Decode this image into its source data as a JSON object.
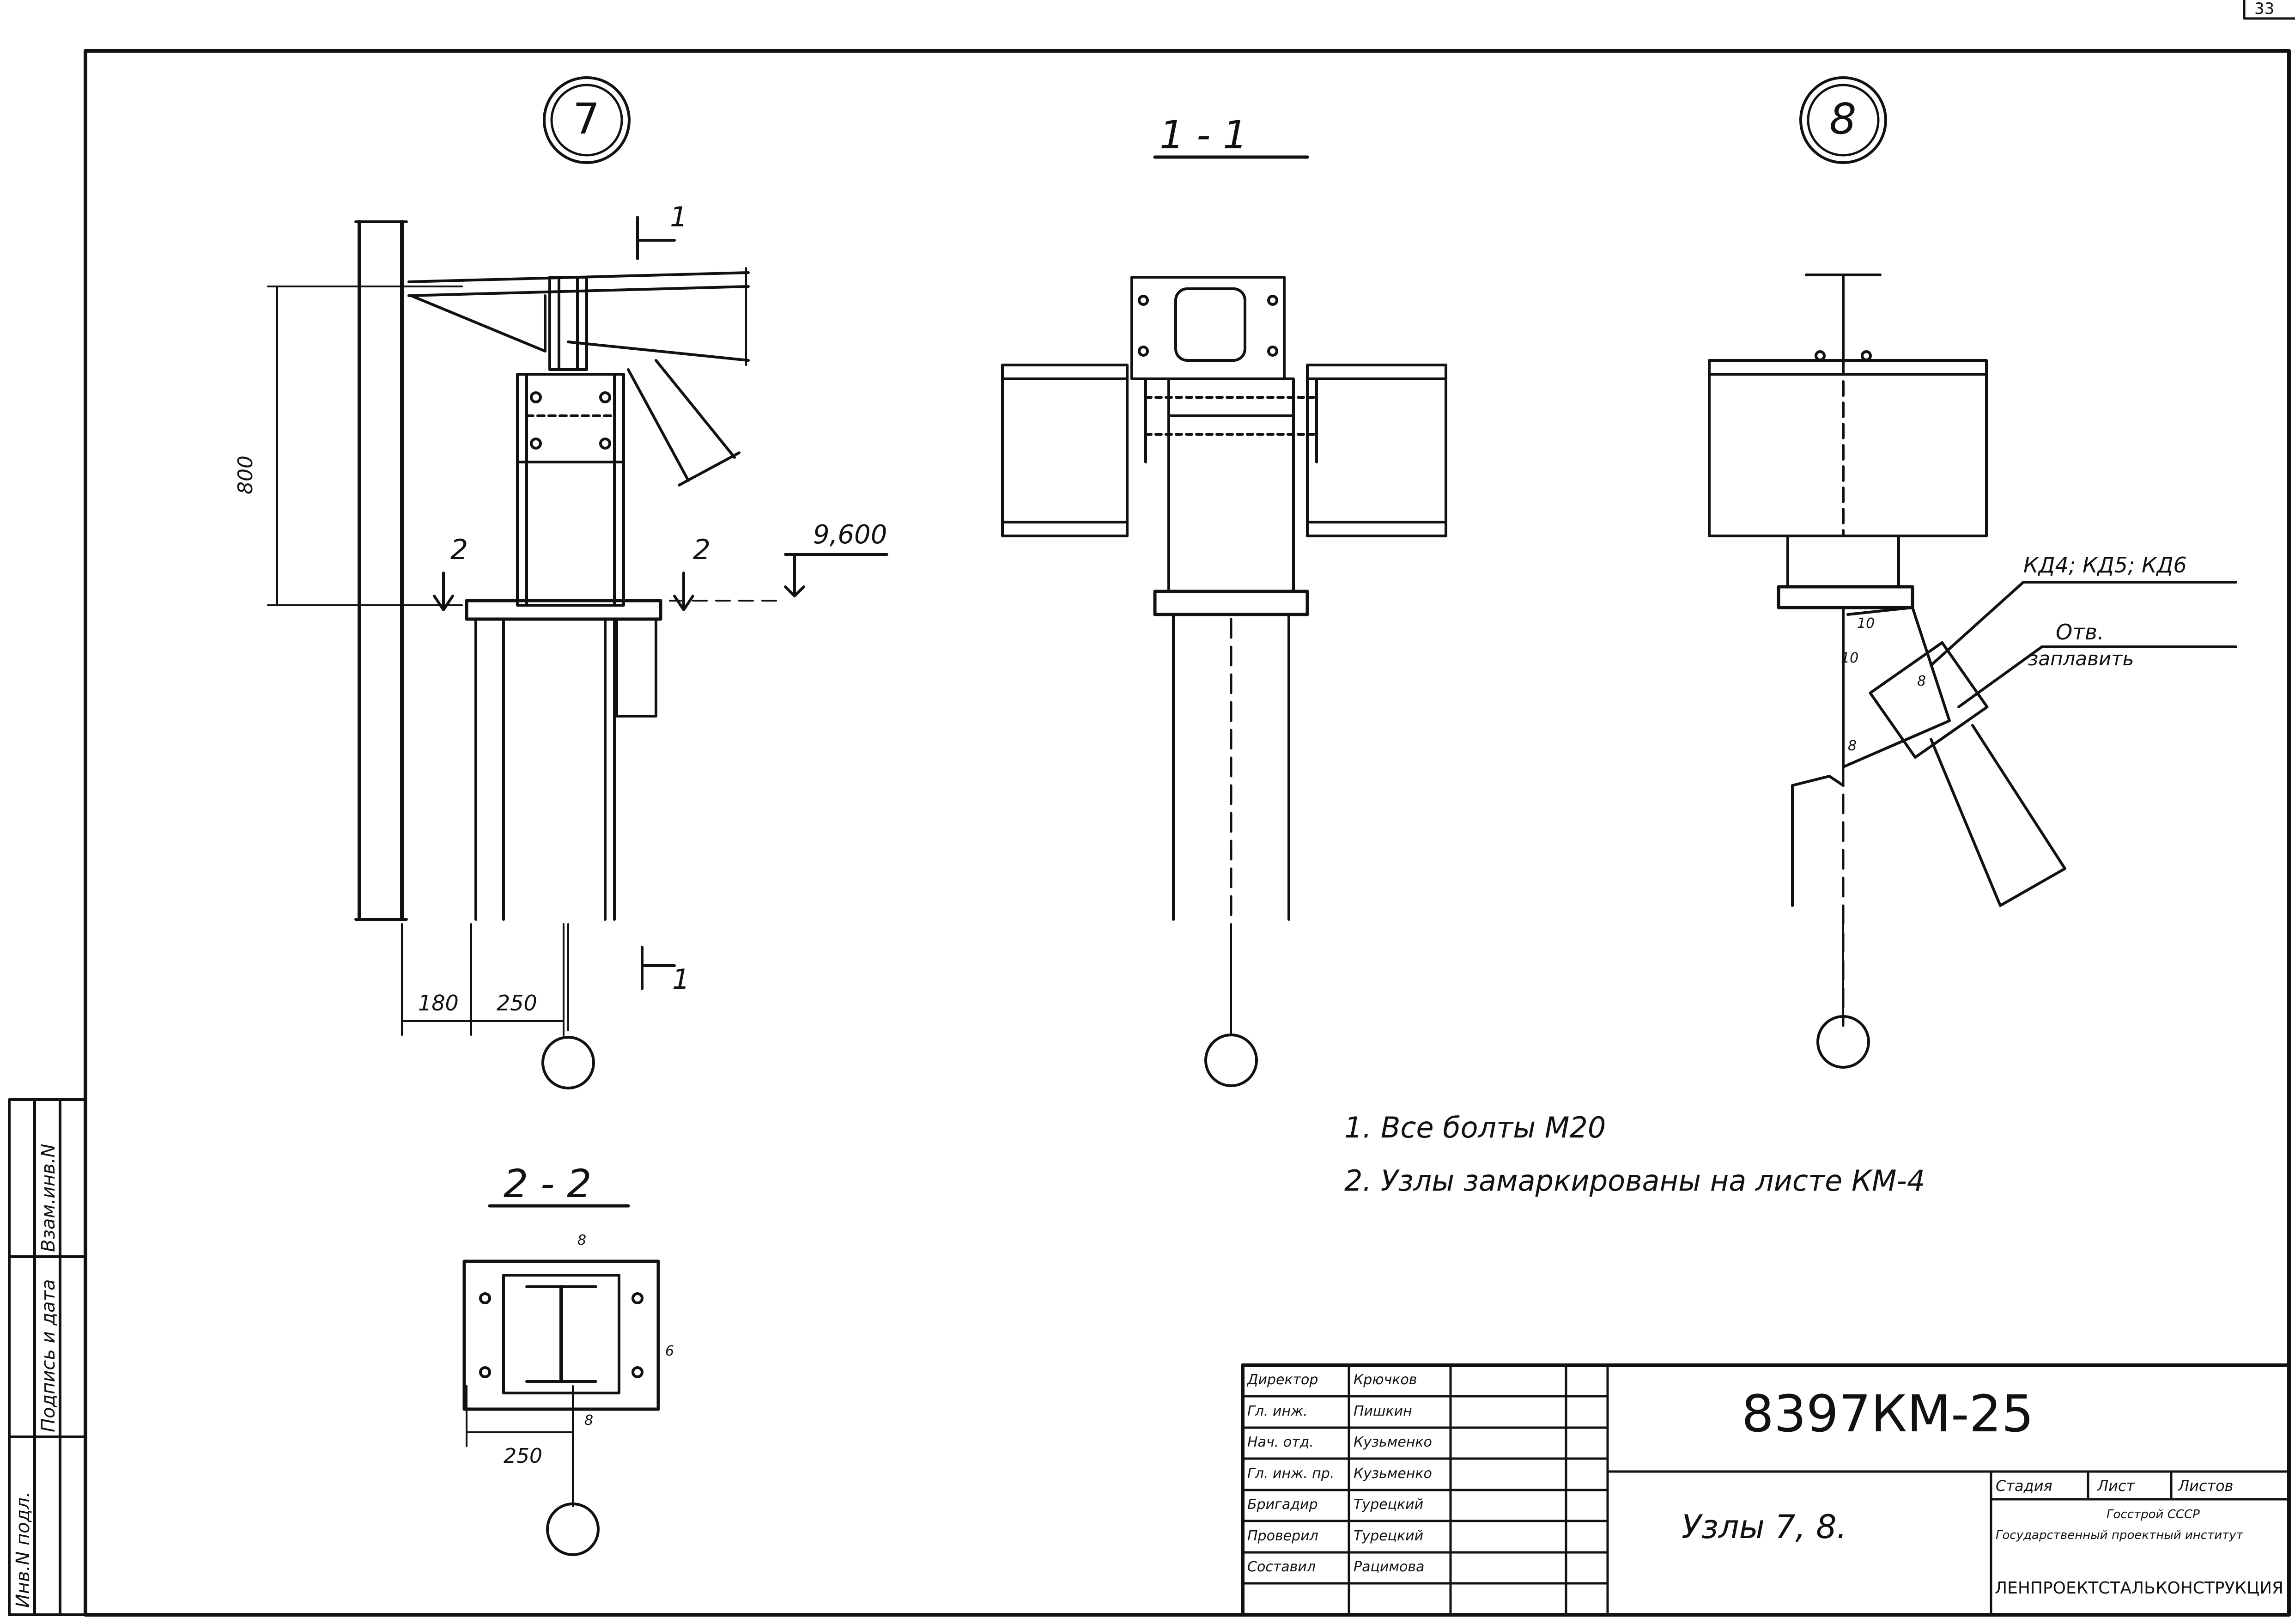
{
  "sheet": {
    "page_number": "33"
  },
  "details": {
    "node7": "7",
    "section11": "1 - 1",
    "node8": "8",
    "section22": "2 - 2"
  },
  "node7_labels": {
    "height": "800",
    "elevation": "9,600",
    "dim_a": "180",
    "dim_b": "250",
    "cut1_top": "1",
    "cut1_bottom": "1",
    "cut2_left": "2",
    "cut2_right": "2"
  },
  "node8_labels": {
    "brace_marks": "КД4; КД5; КД6",
    "hole_note_1": "Отв.",
    "hole_note_2": "заплавить",
    "weld_10": "10",
    "weld_8a": "8",
    "weld_8b": "8",
    "weld_10b": "10"
  },
  "section22_labels": {
    "dim_250": "250",
    "weld_top": "8",
    "weld_bottom": "8",
    "weld_side": "6"
  },
  "notes": [
    "1. Все болты М20",
    "2. Узлы замаркированы на листе КМ-4"
  ],
  "side_stamp": {
    "col1": "Инв.N подл.",
    "col2": "Подпись и дата",
    "col3": "Взам.инв.N"
  },
  "title_block": {
    "doc_code": "8397КМ-25",
    "title": "Узлы 7, 8.",
    "stage_label": "Стадия",
    "sheet_label": "Лист",
    "sheets_label": "Листов",
    "org_line1": "Госстрой СССР",
    "org_line2": "Государственный проектный институт",
    "org_line3": "ЛЕНПРОЕКТСТАЛЬКОНСТРУКЦИЯ",
    "roles": [
      {
        "role": "Директор",
        "name": "Крючков"
      },
      {
        "role": "Гл. инж.",
        "name": "Пишкин"
      },
      {
        "role": "Нач. отд.",
        "name": "Кузьменко"
      },
      {
        "role": "Гл. инж. пр.",
        "name": "Кузьменко"
      },
      {
        "role": "Бригадир",
        "name": "Турецкий"
      },
      {
        "role": "Проверил",
        "name": "Турецкий"
      },
      {
        "role": "Составил",
        "name": "Рацимова"
      }
    ]
  }
}
